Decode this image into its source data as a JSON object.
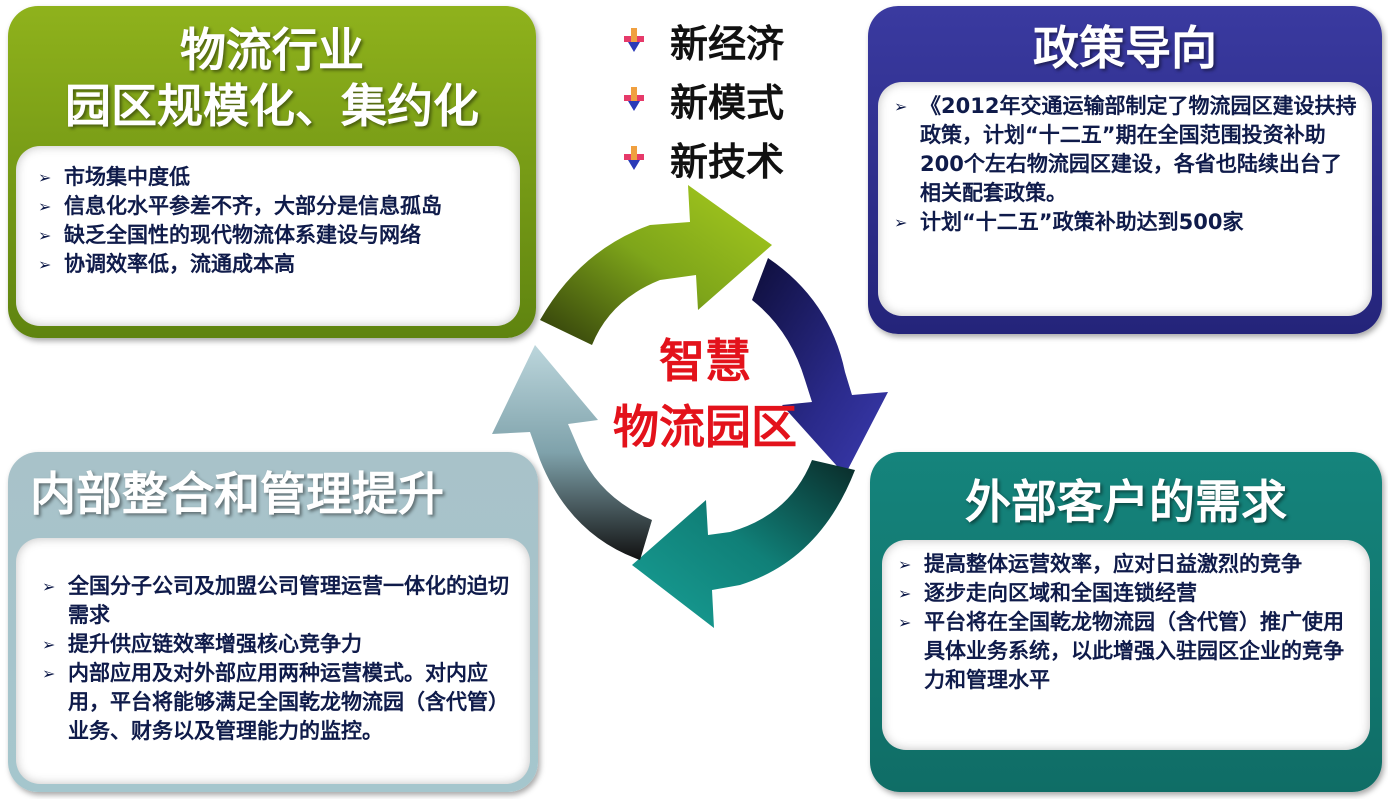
{
  "keywords": [
    "新经济",
    "新模式",
    "新技术"
  ],
  "center": {
    "line1": "智慧",
    "line2": "物流园区"
  },
  "panels": {
    "top_left": {
      "title_line1": "物流行业",
      "title_line2": "园区规模化、集约化",
      "items": [
        "市场集中度低",
        "信息化水平参差不齐，大部分是信息孤岛",
        "缺乏全国性的现代物流体系建设与网络",
        "协调效率低，流通成本高"
      ]
    },
    "top_right": {
      "title": "政策导向",
      "items": [
        "《2012年交通运输部制定了物流园区建设扶持政策，计划“十二五”期在全国范围投资补助200个左右物流园区建设，各省也陆续出台了相关配套政策。",
        "计划“十二五”政策补助达到500家"
      ]
    },
    "bottom_left": {
      "title": "内部整合和管理提升",
      "items": [
        "全国分子公司及加盟公司管理运营一体化的迫切需求",
        "提升供应链效率增强核心竞争力",
        "内部应用及对外部应用两种运营模式。对内应用，平台将能够满足全国乾龙物流园（含代管）业务、财务以及管理能力的监控。"
      ]
    },
    "bottom_right": {
      "title": "外部客户的需求",
      "items": [
        "提高整体运营效率，应对日益激烈的竞争",
        "逐步走向区域和全国连锁经营",
        "平台将在全国乾龙物流园（含代管）推广使用具体业务系统，以此增强入驻园区企业的竞争力和管理水平"
      ]
    }
  },
  "colors": {
    "green": "#7ea51a",
    "navy": "#2e2e8e",
    "gray_blue": "#a8c2c9",
    "teal": "#138078",
    "center_text": "#e3121b",
    "item_text": "#0f1b4a"
  },
  "icons": {
    "bullet": "arrow-bullet-icon",
    "keyword": "plus-arrow-icon"
  }
}
